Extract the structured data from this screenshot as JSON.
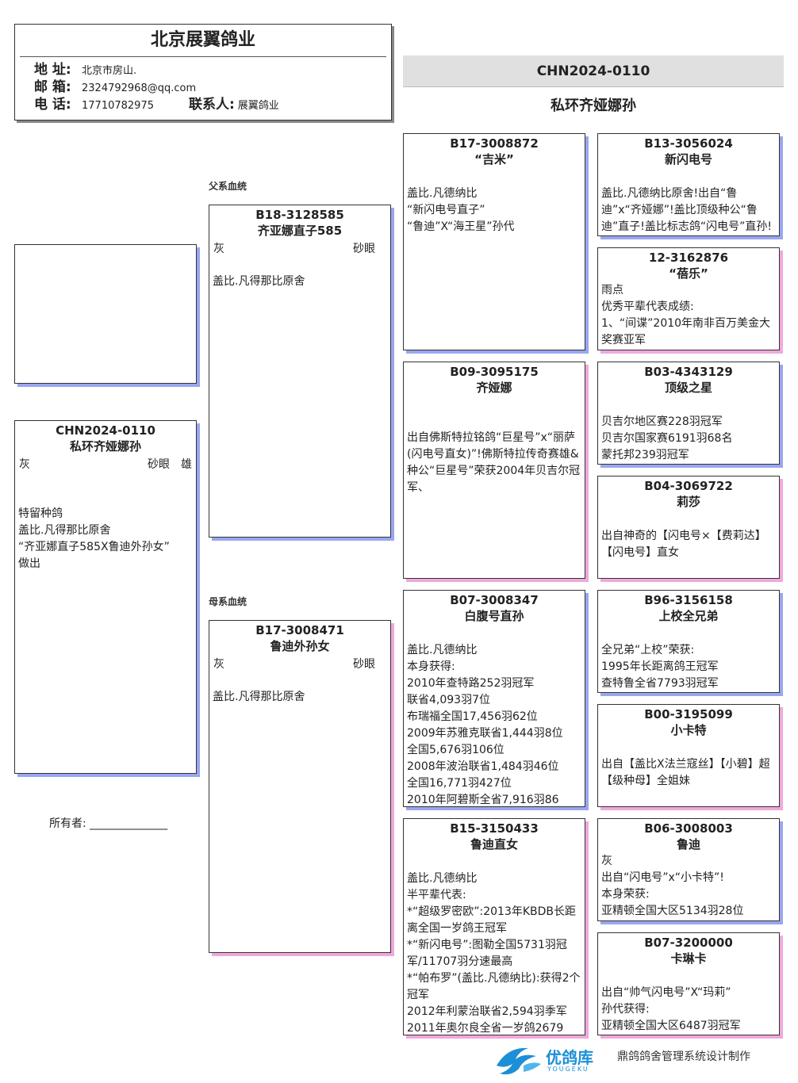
{
  "header": {
    "company": "北京展翼鸽业",
    "address_label": "地 址:",
    "address": "北京市房山.",
    "email_label": "邮 箱:",
    "email": "2324792968@qq.com",
    "phone_label": "电 话:",
    "phone": "17710782975",
    "contact_label": "联系人:",
    "contact": "展翼鸽业"
  },
  "title": {
    "ring": "CHN2024-0110",
    "name": "私环齐娅娜孙"
  },
  "labels": {
    "sire_line": "父系血统",
    "dam_line": "母系血统",
    "owner": "所有者:",
    "owner_blank": "______________",
    "footer_brand": "优鸽库",
    "footer_brand_en": "YOUGEKU",
    "footer_text": "鼎鸽鸽舍管理系统设计制作"
  },
  "pigeon": {
    "ring": "CHN2024-0110",
    "name": "私环齐娅娜孙",
    "color": "灰",
    "eye": "砂眼",
    "sex": "雄",
    "desc": "特留种鸽\n盖比.凡得那比原舍\n“齐亚娜直子585X鲁迪外孙女”\n做出"
  },
  "sire": {
    "ring": "B18-3128585",
    "name": "齐亚娜直子585",
    "color": "灰",
    "eye": "砂眼",
    "desc": "盖比.凡得那比原舍"
  },
  "dam": {
    "ring": "B17-3008471",
    "name": "鲁迪外孙女",
    "color": "灰",
    "eye": "砂眼",
    "desc": "盖比.凡得那比原舍"
  },
  "ss": {
    "ring": "B17-3008872",
    "name": "“吉米”",
    "desc": "盖比.凡德纳比\n“新闪电号直子”\n“鲁迪”X“海王星”孙代"
  },
  "sd": {
    "ring": "B09-3095175",
    "name": "齐娅娜",
    "desc": "出自佛斯特拉铭鸽“巨星号”x“丽萨(闪电号直女)”!佛斯特拉传奇赛雄&种公“巨星号”荣获2004年贝吉尔冠军、"
  },
  "ds": {
    "ring": "B07-3008347",
    "name": "白腹号直孙",
    "desc": "盖比.凡德纳比\n本身获得:\n2010年查特路252羽冠军\n联省4,093羽7位\n布瑞福全国17,456羽62位\n2009年苏雅克联省1,444羽8位\n全国5,676羽106位\n2008年波治联省1,484羽46位\n全国16,771羽427位\n2010年阿碧斯全省7,916羽86"
  },
  "dd": {
    "ring": "B15-3150433",
    "name": "鲁迪直女",
    "desc": "盖比.凡德纳比\n半平辈代表:\n*“超级罗密欧”:2013年KBDB长距离全国一岁鸽王冠军\n*“新闪电号”:图勒全国5731羽冠军/11707羽分速最高\n*“帕布罗”(盖比.凡德纳比):获得2个冠军\n2012年利蒙治联省2,594羽季军\n2011年奥尔良全省一岁鸽2679"
  },
  "sss": {
    "ring": "B13-3056024",
    "name": "新闪电号",
    "desc": "盖比.凡德纳比原舍!出自“鲁迪”x“齐娅娜”!盖比顶级种公“鲁迪”直子!盖比标志鸽“闪电号”直孙!"
  },
  "ssd": {
    "ring": "12-3162876",
    "name": "“蓓乐”",
    "desc": "雨点\n优秀平辈代表成绩:\n1、“间谍”2010年南非百万美金大奖赛亚军"
  },
  "sds": {
    "ring": "B03-4343129",
    "name": "顶级之星",
    "desc": "贝吉尔地区赛228羽冠军\n贝吉尔国家赛6191羽68名\n蒙托邦239羽冠军"
  },
  "sdd": {
    "ring": "B04-3069722",
    "name": "莉莎",
    "desc": "出自神奇的【闪电号×【费莉达】【闪电号】直女"
  },
  "dss": {
    "ring": "B96-3156158",
    "name": "上校全兄弟",
    "desc": "全兄弟“上校”荣获:\n1995年长距离鸽王冠军\n查特鲁全省7793羽冠军"
  },
  "dsd": {
    "ring": "B00-3195099",
    "name": "小卡特",
    "desc": "出自【盖比X法兰寇丝】【小碧】超【级种母】全姐妹"
  },
  "dds": {
    "ring": "B06-3008003",
    "name": "鲁迪",
    "color": "灰",
    "desc": "出自“闪电号”x“小卡特”!\n本身荣获:\n亚精顿全国大区5134羽28位"
  },
  "ddd": {
    "ring": "B07-3200000",
    "name": "卡琳卡",
    "desc": "出自“帅气闪电号”X“玛莉”\n孙代获得:\n亚精顿全国大区6487羽冠军"
  },
  "colors": {
    "male_shadow": "#9aa6f0",
    "female_shadow": "#f0a8dc",
    "title_band": "#e0e0e0",
    "logo_blue": "#1c8fd6"
  }
}
